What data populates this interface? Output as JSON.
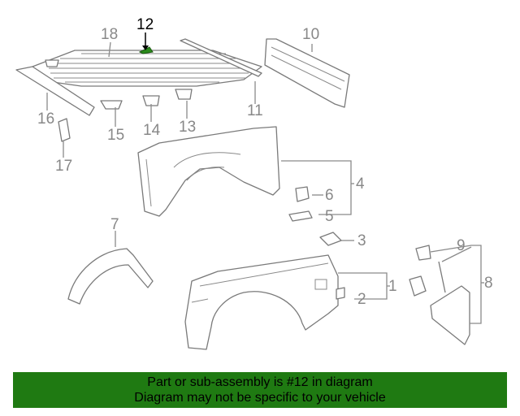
{
  "diagram": {
    "highlight_color": "#2a8a1a",
    "callouts": [
      {
        "id": "c1",
        "label": "1"
      },
      {
        "id": "c2",
        "label": "2"
      },
      {
        "id": "c3",
        "label": "3"
      },
      {
        "id": "c4",
        "label": "4"
      },
      {
        "id": "c5",
        "label": "5"
      },
      {
        "id": "c6",
        "label": "6"
      },
      {
        "id": "c7",
        "label": "7"
      },
      {
        "id": "c8",
        "label": "8"
      },
      {
        "id": "c9",
        "label": "9"
      },
      {
        "id": "c10",
        "label": "10"
      },
      {
        "id": "c11",
        "label": "11"
      },
      {
        "id": "c12",
        "label": "12"
      },
      {
        "id": "c13",
        "label": "13"
      },
      {
        "id": "c14",
        "label": "14"
      },
      {
        "id": "c15",
        "label": "15"
      },
      {
        "id": "c16",
        "label": "16"
      },
      {
        "id": "c17",
        "label": "17"
      },
      {
        "id": "c18",
        "label": "18"
      }
    ],
    "highlighted_callout": "12"
  },
  "banner": {
    "line1": "Part or sub-assembly is #12 in diagram",
    "line2": "Diagram may not be specific to your vehicle",
    "background": "#1f7a12"
  }
}
